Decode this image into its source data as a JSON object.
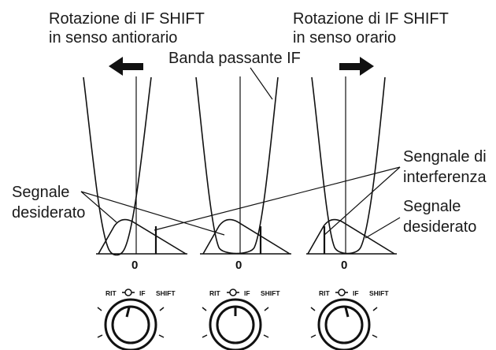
{
  "labels": {
    "left_caption_line1": "Rotazione di IF SHIFT",
    "left_caption_line2": "in senso antiorario",
    "right_caption_line1": "Rotazione di IF SHIFT",
    "right_caption_line2": "in senso orario",
    "passband": "Banda passante IF",
    "desired_left_line1": "Segnale",
    "desired_left_line2": "desiderato",
    "interference_line1": "Sengnale di",
    "interference_line2": "interferenza",
    "desired_right_line1": "Segnale",
    "desired_right_line2": "desiderato"
  },
  "axis_zero": "0",
  "knob_labels": {
    "rit": "RIT",
    "if": "IF",
    "shift": "SHIFT"
  }
}
